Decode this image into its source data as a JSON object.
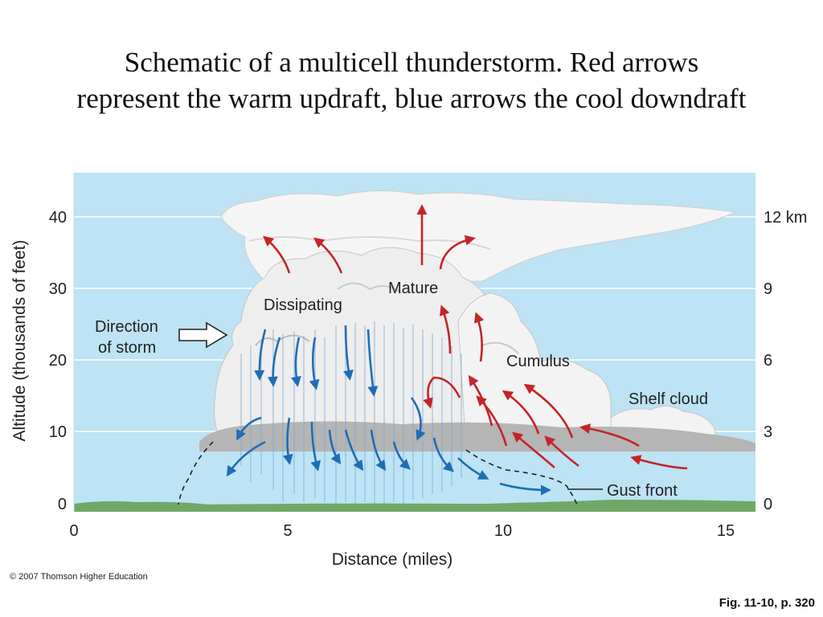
{
  "title": "Schematic of a multicell thunderstorm. Red arrows represent the warm updraft, blue arrows the cool downdraft",
  "labels": {
    "dissipating": "Dissipating",
    "mature": "Mature",
    "cumulus": "Cumulus",
    "shelf_cloud": "Shelf cloud",
    "gust_front": "Gust front",
    "direction_line1": "Direction",
    "direction_line2": "of storm"
  },
  "axes": {
    "x_title": "Distance (miles)",
    "y_left_title": "Altitude (thousands of feet)",
    "x_ticks": [
      "0",
      "5",
      "10",
      "15"
    ],
    "y_left_ticks": [
      "0",
      "10",
      "20",
      "30",
      "40"
    ],
    "y_right_ticks": [
      "0",
      "3",
      "6",
      "9",
      "12 km"
    ]
  },
  "colors": {
    "sky": "#bde3f4",
    "ground": "#6fa866",
    "updraft": "#c4242a",
    "downdraft": "#1f6db5",
    "cloud": "#f4f4f4",
    "cloud_shadow": "#b8b8b8"
  },
  "copyright": "© 2007 Thomson Higher Education",
  "figure_ref": "Fig. 11-10, p. 320"
}
